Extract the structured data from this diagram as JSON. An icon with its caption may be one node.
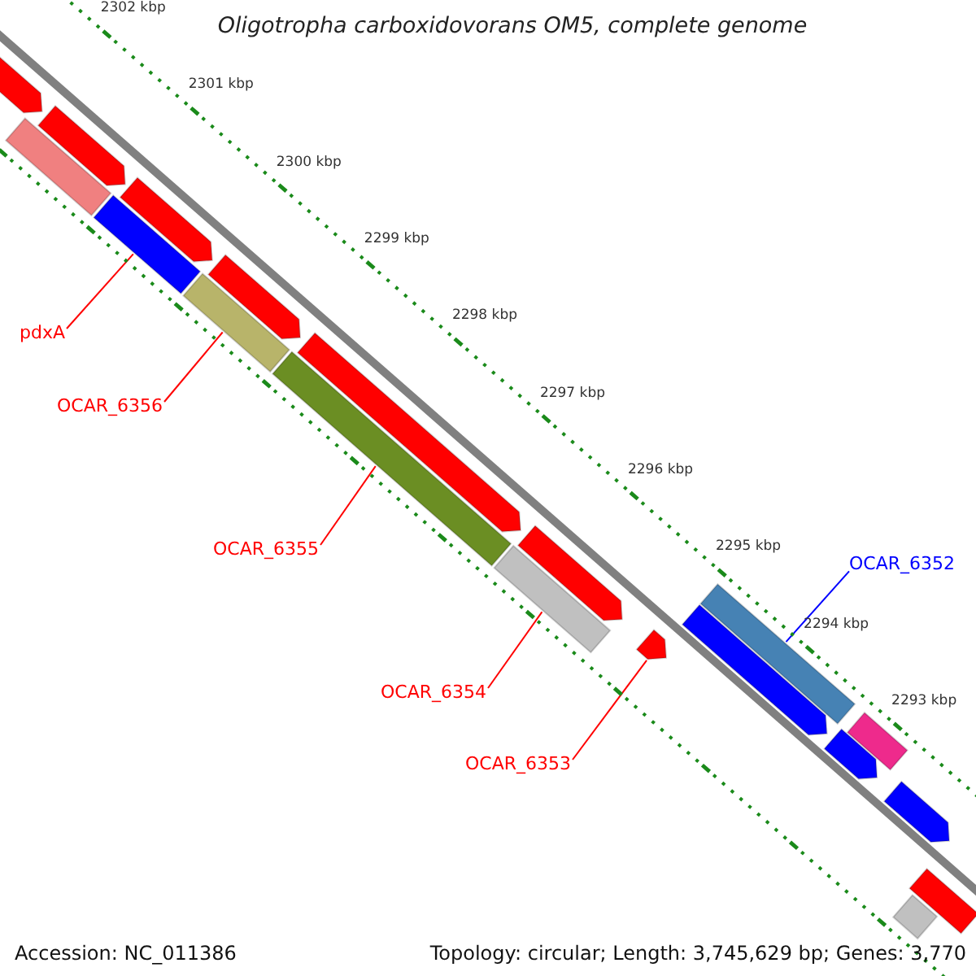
{
  "diagram": {
    "title": "Oligotropha carboxidovorans OM5, complete genome",
    "nodes": [
      {
        "text": [
          "pdxA"
        ]
      },
      {
        "text": [
          "OCAR_6356"
        ]
      },
      {
        "text": [
          "OCAR_6355"
        ]
      },
      {
        "text": [
          "OCAR_6354"
        ]
      },
      {
        "text": [
          "OCAR_6353"
        ]
      },
      {
        "text": [
          "OCAR_6352"
        ]
      },
      {
        "text": [],
        "shape": "arrow"
      },
      {
        "text": [],
        "shape": "arrow"
      },
      {
        "text": [],
        "shape": "bar"
      },
      {
        "text": [],
        "shape": "arrow"
      },
      {
        "text": [],
        "shape": "bar"
      },
      {
        "text": [],
        "shape": "arrow"
      },
      {
        "text": [],
        "shape": "bar"
      },
      {
        "text": [],
        "shape": "arrow"
      },
      {
        "text": [],
        "shape": "bar"
      },
      {
        "text": [],
        "shape": "arrow"
      },
      {
        "text": [],
        "shape": "bar"
      },
      {
        "text": [],
        "shape": "arrow"
      },
      {
        "text": [],
        "shape": "arrow"
      },
      {
        "text": [],
        "shape": "bar"
      },
      {
        "text": [],
        "shape": "arrow"
      },
      {
        "text": [],
        "shape": "bar"
      },
      {
        "text": [],
        "shape": "arrow"
      },
      {
        "text": [],
        "shape": "bar"
      },
      {
        "text": [],
        "shape": "bar"
      }
    ],
    "edges": [
      {
        "from": 0,
        "to": 10,
        "arrow": "none"
      },
      {
        "from": 1,
        "to": 12,
        "arrow": "none"
      },
      {
        "from": 2,
        "to": 14,
        "arrow": "none"
      },
      {
        "from": 3,
        "to": 16,
        "arrow": "none"
      },
      {
        "from": 4,
        "to": 17,
        "arrow": "none"
      },
      {
        "from": 5,
        "to": 19,
        "arrow": "none",
        "color": "#0000ff"
      }
    ],
    "labels": [
      "2302 kbp",
      "2301 kbp",
      "2300 kbp",
      "2299 kbp",
      "2298 kbp",
      "2297 kbp",
      "2296 kbp",
      "2295 kbp",
      "2294 kbp",
      "2293 kbp",
      "Accession: NC_011386",
      "Topology: circular; Length: 3,745,629 bp; Genes: 3,770"
    ]
  }
}
